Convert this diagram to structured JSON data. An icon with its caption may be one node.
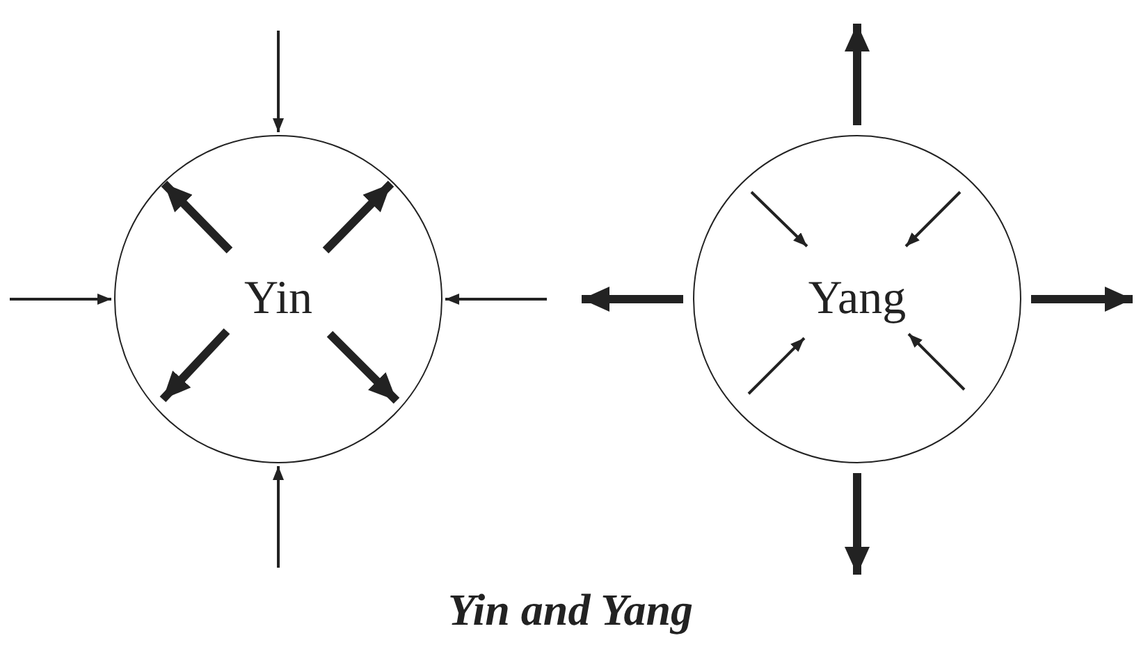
{
  "diagram": {
    "caption": "Yin and Yang",
    "nodes": [
      {
        "text": [
          "Yin"
        ]
      },
      {
        "text": [
          "Yang"
        ]
      }
    ],
    "edges": [
      {
        "from": null,
        "to": 0,
        "arrow": "to"
      },
      {
        "from": null,
        "to": 0,
        "arrow": "to"
      },
      {
        "from": null,
        "to": 0,
        "arrow": "to"
      },
      {
        "from": null,
        "to": 0,
        "arrow": "to"
      },
      {
        "from": 1,
        "to": null,
        "arrow": "to",
        "style": "thick"
      },
      {
        "from": 1,
        "to": null,
        "arrow": "to",
        "style": "thick"
      },
      {
        "from": 1,
        "to": null,
        "arrow": "to",
        "style": "thick"
      },
      {
        "from": 1,
        "to": null,
        "arrow": "to",
        "style": "thick"
      }
    ]
  }
}
